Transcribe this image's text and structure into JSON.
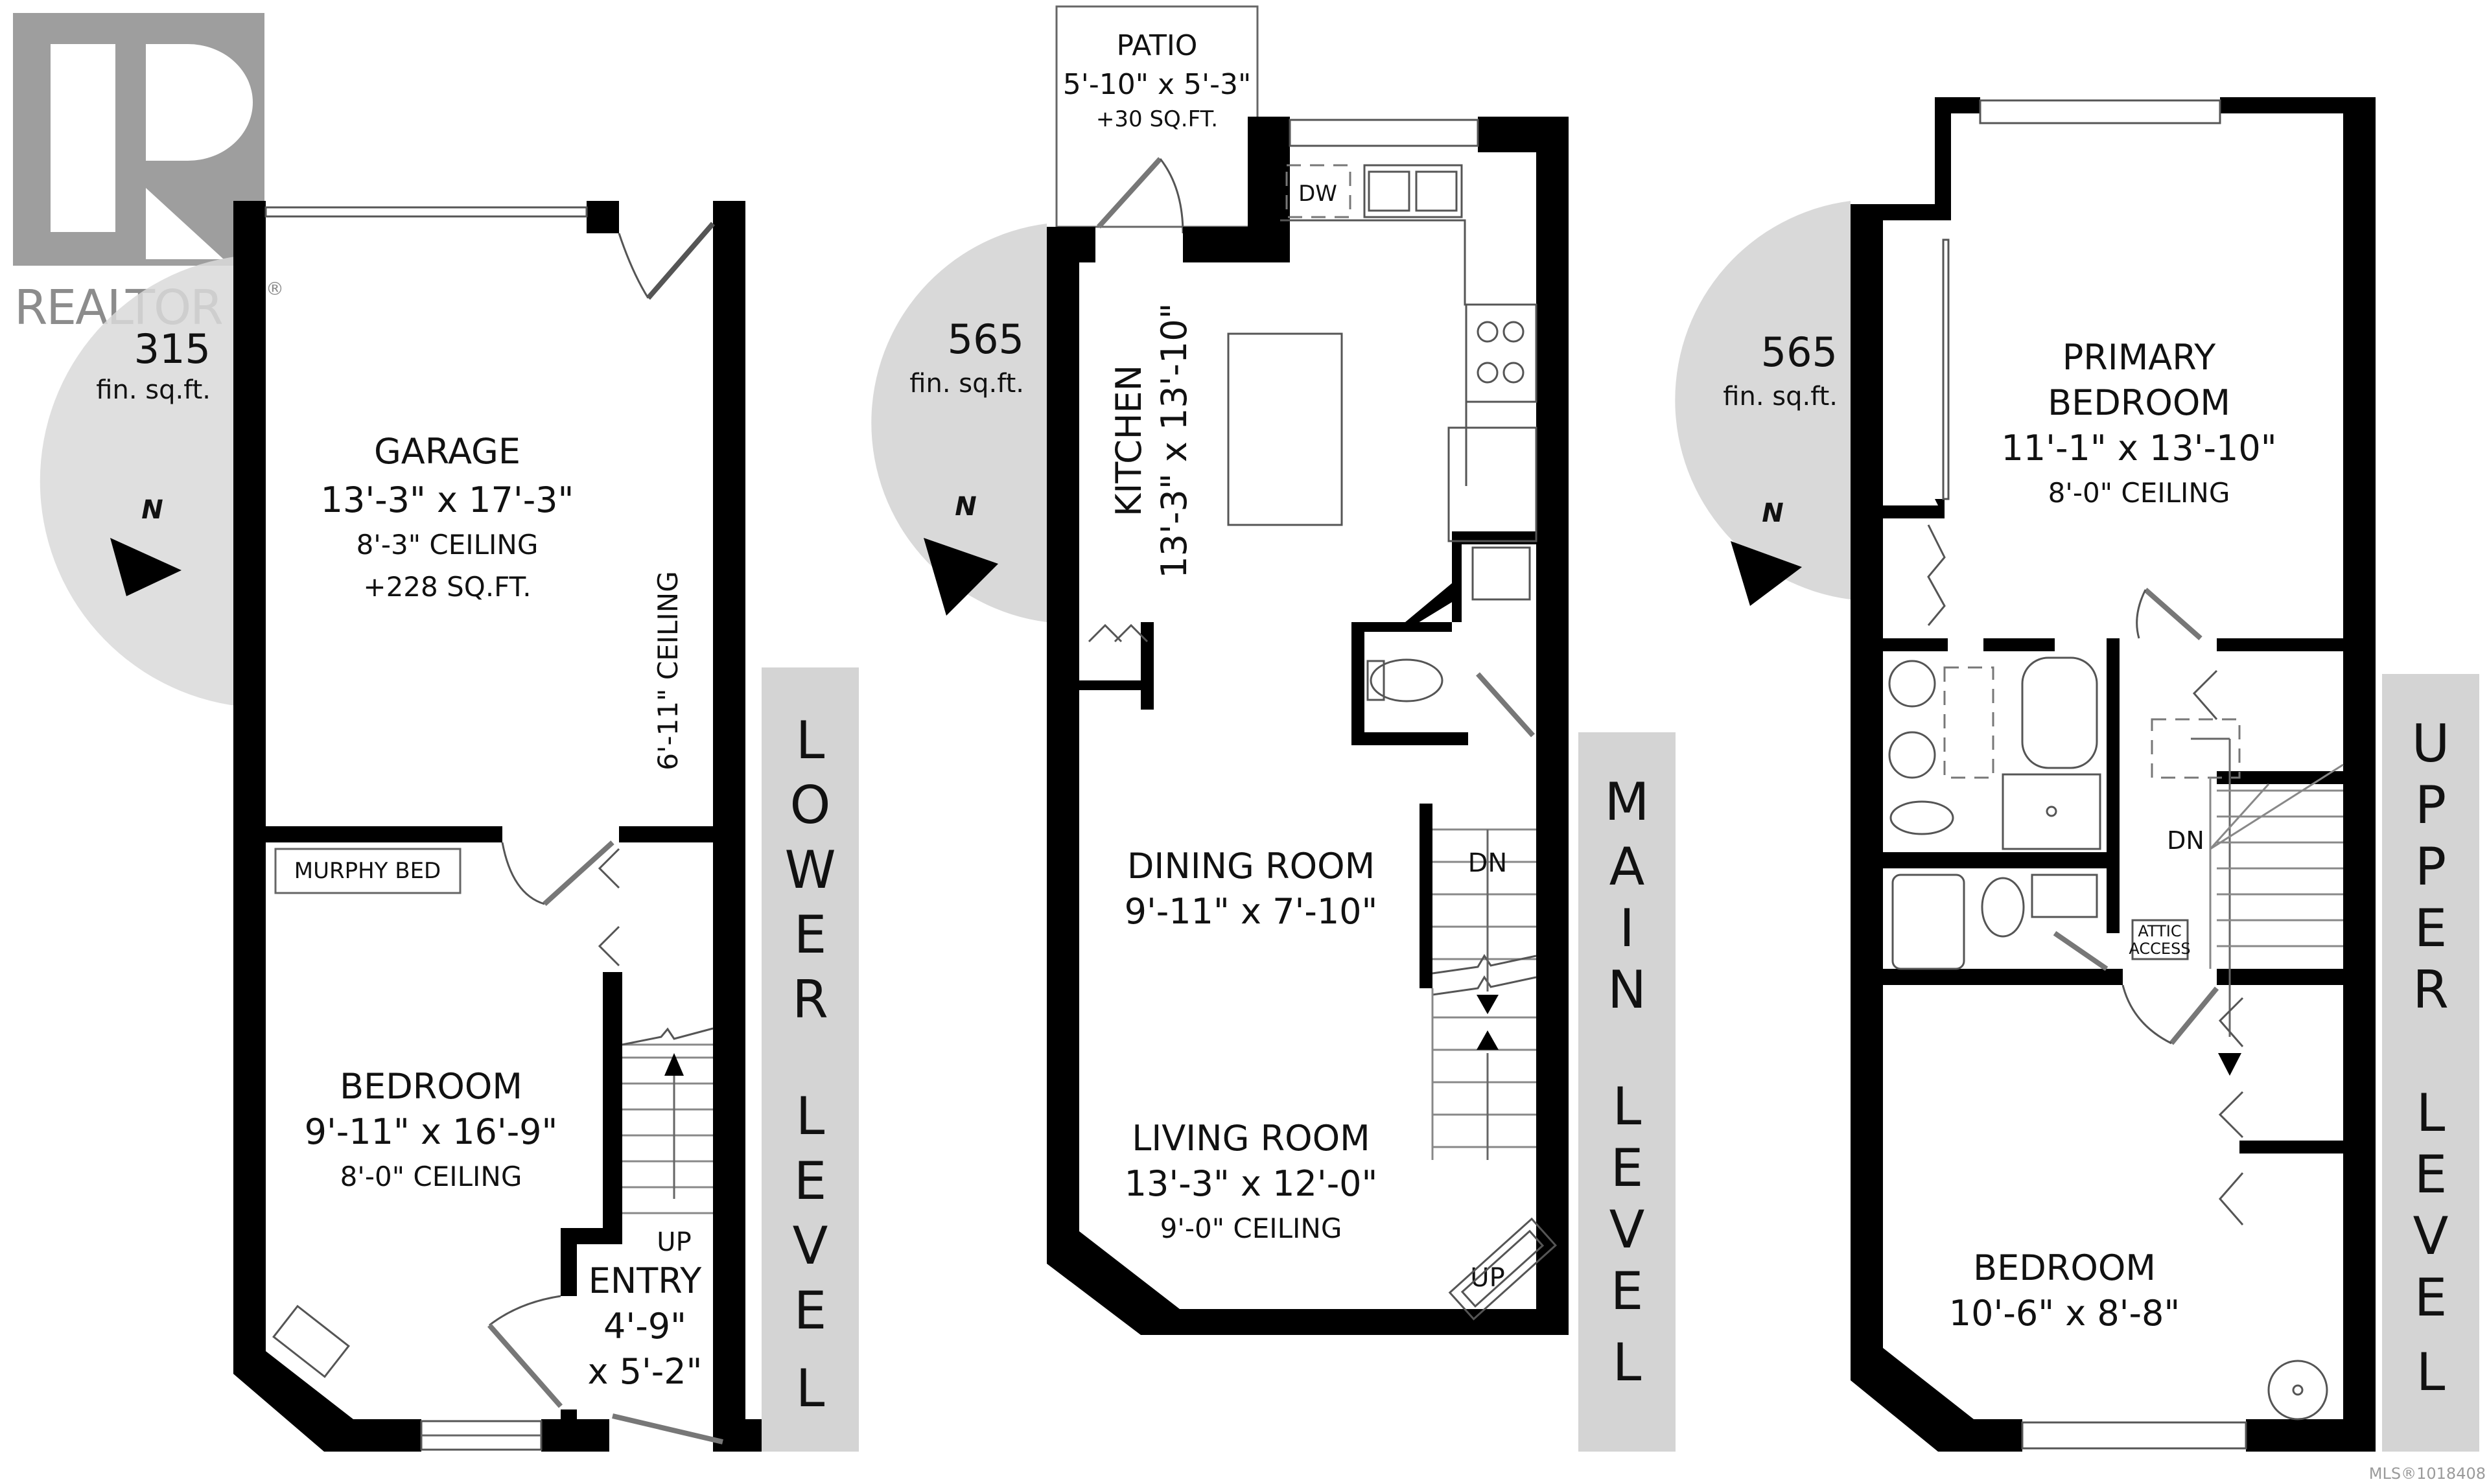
{
  "watermark": {
    "brand": "REALTOR",
    "registered": "®",
    "mls": "MLS®1018408"
  },
  "colors": {
    "wall": "#000000",
    "compass_disc": "#d9d9d9",
    "level_band": "#d4d4d4",
    "logo_gray": "#9e9e9e"
  },
  "levels": [
    {
      "name": "LOWER LEVEL",
      "letters": [
        "L",
        "O",
        "W",
        "E",
        "R",
        "",
        "L",
        "E",
        "V",
        "E",
        "L"
      ],
      "finished_sqft": "315",
      "sqft_label": "fin. sq.ft.",
      "north": "N",
      "rooms": {
        "garage": {
          "title": "GARAGE",
          "dims": "13'-3\" x 17'-3\"",
          "ceiling": "8'-3\" CEILING",
          "extra": "+228 SQ.FT.",
          "side_ceiling": "6'-11\" CEILING"
        },
        "murphy_bed": {
          "label": "MURPHY BED"
        },
        "bedroom": {
          "title": "BEDROOM",
          "dims": "9'-11\" x 16'-9\"",
          "ceiling": "8'-0\" CEILING"
        },
        "entry": {
          "title": "ENTRY",
          "dims_line1": "4'-9\"",
          "dims_line2": "x 5'-2\""
        },
        "stairs": {
          "label": "UP"
        }
      }
    },
    {
      "name": "MAIN LEVEL",
      "letters": [
        "M",
        "A",
        "I",
        "N",
        "",
        "L",
        "E",
        "V",
        "E",
        "L"
      ],
      "finished_sqft": "565",
      "sqft_label": "fin. sq.ft.",
      "north": "N",
      "rooms": {
        "patio": {
          "title": "PATIO",
          "dims": "5'-10\" x 5'-3\"",
          "extra": "+30 SQ.FT."
        },
        "kitchen": {
          "title": "KITCHEN",
          "dims": "13'-3\" x 13'-10\"",
          "dishwasher": "DW"
        },
        "dining": {
          "title": "DINING ROOM",
          "dims": "9'-11\" x 7'-10\""
        },
        "living": {
          "title": "LIVING ROOM",
          "dims": "13'-3\" x 12'-0\"",
          "ceiling": "9'-0\" CEILING"
        },
        "stairs": {
          "down": "DN",
          "up": "UP"
        }
      }
    },
    {
      "name": "UPPER LEVEL",
      "letters": [
        "U",
        "P",
        "P",
        "E",
        "R",
        "",
        "L",
        "E",
        "V",
        "E",
        "L"
      ],
      "finished_sqft": "565",
      "sqft_label": "fin. sq.ft.",
      "north": "N",
      "rooms": {
        "primary_bedroom": {
          "title_line1": "PRIMARY",
          "title_line2": "BEDROOM",
          "dims": "11'-1\" x 13'-10\"",
          "ceiling": "8'-0\" CEILING"
        },
        "bedroom": {
          "title": "BEDROOM",
          "dims": "10'-6\" x 8'-8\""
        },
        "attic": {
          "line1": "ATTIC",
          "line2": "ACCESS"
        },
        "stairs": {
          "down": "DN"
        }
      }
    }
  ]
}
